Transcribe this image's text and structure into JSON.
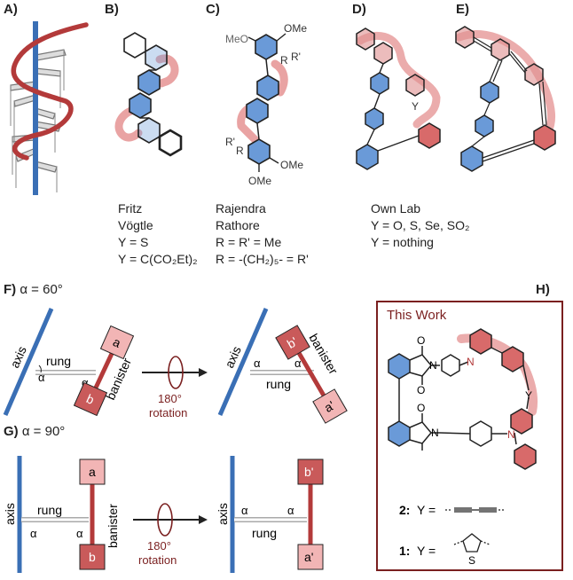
{
  "panels": {
    "a": {
      "label": "A)"
    },
    "b": {
      "label": "B)",
      "caption": [
        "Fritz",
        "Vögtle",
        "Y = S",
        "Y = C(CO₂Et)₂"
      ]
    },
    "c": {
      "label": "C)",
      "caption": [
        "Rajendra",
        "Rathore",
        "R = R' = Me",
        "R = -(CH₂)₅- = R'"
      ],
      "substituents": {
        "ome_top": "OMe",
        "meo_top": "MeO",
        "r_top": "R",
        "rp_top": "R'",
        "rp_bot": "R'",
        "r_bot": "R",
        "ome_bot1": "OMe",
        "ome_bot2": "OMe"
      }
    },
    "d": {
      "label": "D)",
      "caption": [
        "Own Lab",
        "Y = O, S, Se, SO₂",
        "Y = nothing"
      ],
      "y": "Y"
    },
    "e": {
      "label": "E)"
    },
    "f": {
      "label": "F)",
      "title": "α = 60°"
    },
    "g": {
      "label": "G)",
      "title": "α = 90°"
    },
    "h": {
      "label": "H)",
      "box_title": "This Work",
      "atoms": {
        "o1": "O",
        "o2": "O",
        "o3": "O",
        "n1": "N",
        "n2": "N",
        "n3": "N",
        "n4": "N",
        "y": "Y"
      },
      "legend": [
        {
          "num": "2:",
          "text": "Y ="
        },
        {
          "num": "1:",
          "text": "Y =",
          "atom": "S"
        }
      ]
    }
  },
  "diagram_labels": {
    "axis": "axis",
    "rung": "rung",
    "banister": "banister",
    "alpha": "α",
    "a": "a",
    "b": "b",
    "a_prime": "a'",
    "b_prime": "b'",
    "rotation_deg": "180°",
    "rotation": "rotation"
  },
  "colors": {
    "axis_blue": "#3a6fb5",
    "banister_red": "#b33a3a",
    "box_dark": "#c95a5a",
    "box_light": "#f2b5b5",
    "aromatic_blue": "#6a9ad8",
    "aromatic_red": "#d86a6a",
    "highlight": "#e9a3a3",
    "frame": "#7a1f1f"
  }
}
